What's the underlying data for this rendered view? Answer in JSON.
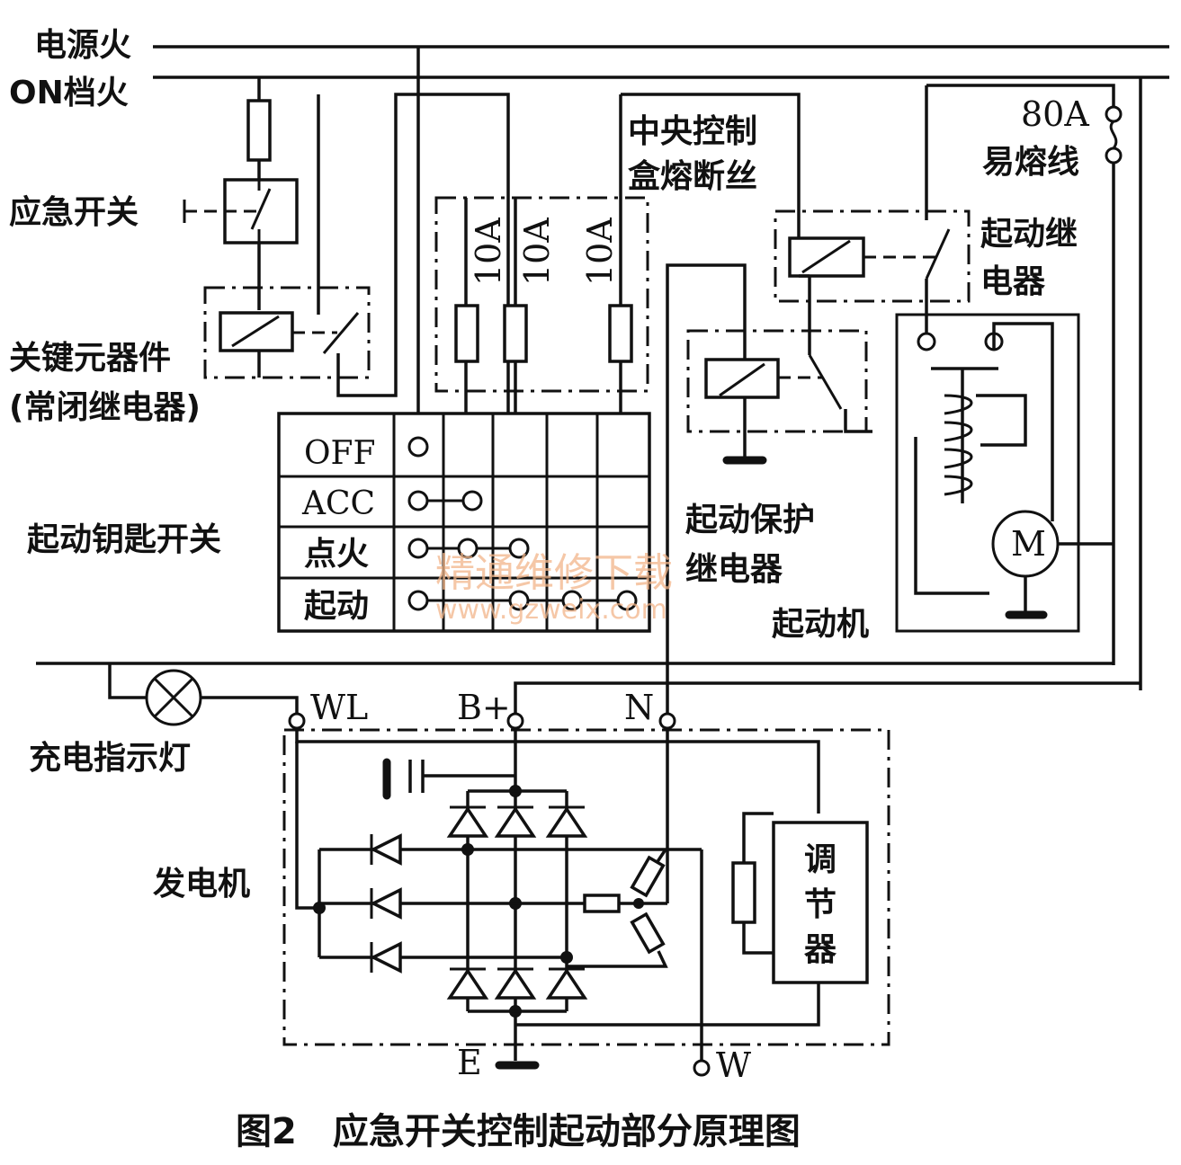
{
  "labels": {
    "power_fire": "电源火",
    "on_fire": "ON档火",
    "emergency_switch": "应急开关",
    "key_component_1": "关键元器件",
    "key_component_2": "(常闭继电器)",
    "ignition_switch": "起动钥匙开关",
    "central_fuse_1": "中央控制",
    "central_fuse_2": "盒熔断丝",
    "fusible_link_rating": "80A",
    "fusible_link": "易熔线",
    "start_relay_1": "起动继",
    "start_relay_2": "电器",
    "protect_relay_1": "起动保护",
    "protect_relay_2": "继电器",
    "starter": "起动机",
    "motor": "M",
    "charge_lamp": "充电指示灯",
    "generator": "发电机",
    "regulator_1": "调",
    "regulator_2": "节",
    "regulator_3": "器",
    "wl": "WL",
    "b_plus": "B+",
    "n": "N",
    "e": "E",
    "w": "W"
  },
  "fuses": [
    "10A",
    "10A",
    "10A"
  ],
  "switch_positions": [
    "OFF",
    "ACC",
    "点火",
    "起动"
  ],
  "caption": "图2　应急开关控制起动部分原理图",
  "watermark": {
    "text": "精通维修下载",
    "url": "www.gzweix.com"
  }
}
